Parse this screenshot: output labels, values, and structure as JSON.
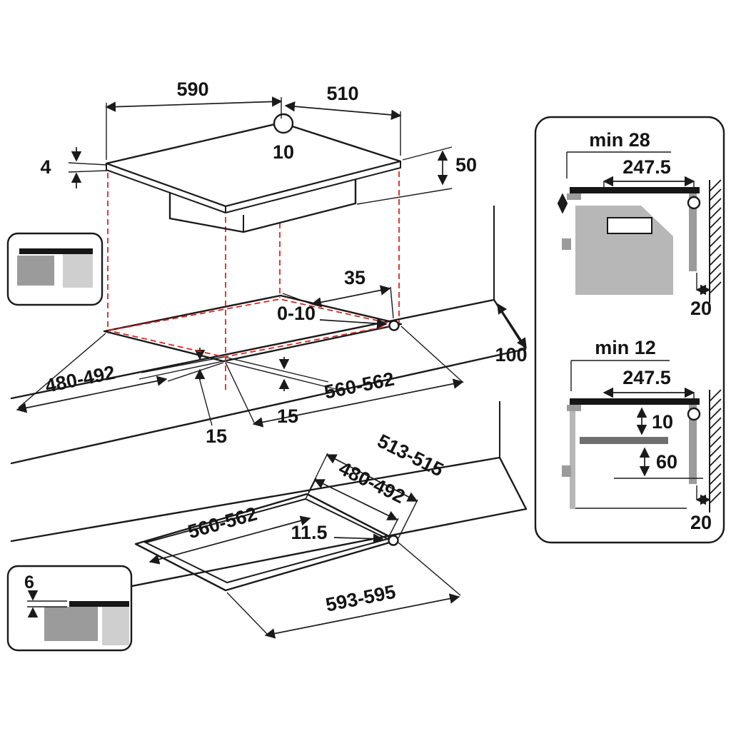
{
  "colors": {
    "line": "#1a1a1a",
    "projection_red": "#e0231e",
    "gray_dark": "#6f6f6f",
    "gray_mid": "#9b9b9b",
    "gray_light": "#cfcfcf",
    "cabinet_gray": "#b7b7b7"
  },
  "hob_view": {
    "width_label": "590",
    "depth_label": "510",
    "hole_label": "10",
    "glass_thickness_label": "4",
    "height_label": "50"
  },
  "worktop_view": {
    "rear_gap_label": "35",
    "corner_gap_label": "0-10",
    "cutout_depth_label": "480-492",
    "side_gap_label": "100",
    "cutout_width_label": "560-562",
    "overhang_front_label": "15",
    "overhang_side_label": "15"
  },
  "flush_view": {
    "outer_depth_label": "513-515",
    "inner_depth_label": "480-492",
    "inner_width_label": "560-562",
    "ledge_label": "11.5",
    "outer_width_label": "593-595"
  },
  "flush_inset": {
    "glass_thickness_label": "6"
  },
  "section_views": {
    "standard": {
      "clearance_label": "min 28",
      "fixing_distance_label": "247.5",
      "wall_gap_label": "20"
    },
    "flush": {
      "clearance_label": "min 12",
      "fixing_distance_label": "247.5",
      "shelf_gap_label": "10",
      "recess_depth_label": "60",
      "wall_gap_label": "20"
    }
  }
}
